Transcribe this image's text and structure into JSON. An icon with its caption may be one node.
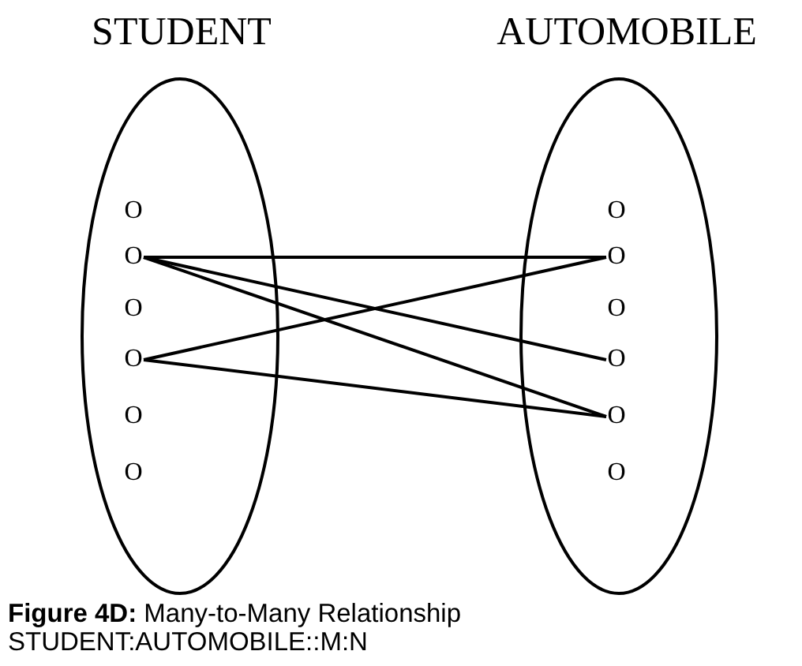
{
  "diagram": {
    "caption": "**Figure 4D:** Many-to-Many Relationship STUDENT:AUTOMOBILE::M:N",
    "nodes": [
      {
        "text": [
          "STUDENT"
        ]
      },
      {
        "text": [
          "O"
        ],
        "in": 0
      },
      {
        "text": [
          "O"
        ],
        "in": 0
      },
      {
        "text": [
          "O"
        ],
        "in": 0
      },
      {
        "text": [
          "O"
        ],
        "in": 0
      },
      {
        "text": [
          "O"
        ],
        "in": 0
      },
      {
        "text": [
          "O"
        ],
        "in": 0
      },
      {
        "text": [
          "AUTOMOBILE"
        ]
      },
      {
        "text": [
          "O"
        ],
        "in": 7
      },
      {
        "text": [
          "O"
        ],
        "in": 7
      },
      {
        "text": [
          "O"
        ],
        "in": 7
      },
      {
        "text": [
          "O"
        ],
        "in": 7
      },
      {
        "text": [
          "O"
        ],
        "in": 7
      },
      {
        "text": [
          "O"
        ],
        "in": 7
      }
    ],
    "edges": [
      {
        "from": 2,
        "to": 9,
        "arrow": "none"
      },
      {
        "from": 2,
        "to": 11,
        "arrow": "none"
      },
      {
        "from": 2,
        "to": 12,
        "arrow": "none"
      },
      {
        "from": 4,
        "to": 9,
        "arrow": "none"
      },
      {
        "from": 4,
        "to": 12,
        "arrow": "none"
      }
    ]
  }
}
